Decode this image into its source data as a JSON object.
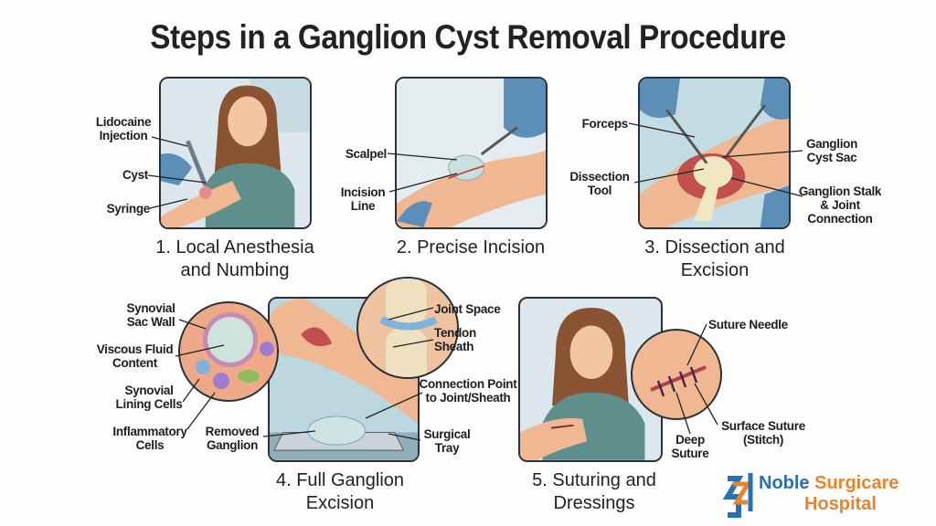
{
  "title": "Steps in a Ganglion Cyst Removal Procedure",
  "steps": [
    {
      "caption_line1": "1. Local Anesthesia",
      "caption_line2": "and Numbing",
      "labels": [
        "Lidocaine Injection",
        "Cyst",
        "Syringe"
      ]
    },
    {
      "caption_line1": "2. Precise Incision",
      "labels": [
        "Scalpel",
        "Incision Line"
      ]
    },
    {
      "caption_line1": "3. Dissection and",
      "caption_line2": "Excision",
      "labels": [
        "Forceps",
        "Dissection Tool",
        "Ganglion Cyst Sac",
        "Ganglion Stalk & Joint Connection"
      ]
    },
    {
      "caption_line1": "4. Full Ganglion",
      "caption_line2": "Excision",
      "labels": [
        "Synovial Sac Wall",
        "Viscous Fluid Content",
        "Synovial Lining Cells",
        "Inflammatory Cells",
        "Removed Ganglion",
        "Joint Space",
        "Tendon Sheath",
        "Connection Point to Joint/Sheath",
        "Surgical Tray"
      ]
    },
    {
      "caption_line1": "5. Suturing and",
      "caption_line2": "Dressings",
      "labels": [
        "Suture Needle",
        "Surface Suture (Stitch)",
        "Deep Suture"
      ]
    }
  ],
  "logo": {
    "name_part1": "Noble",
    "name_part2": "Surgicare",
    "name_part3": "Hospital",
    "colors": {
      "blue": "#2a6fb5",
      "orange": "#e8832e"
    }
  }
}
